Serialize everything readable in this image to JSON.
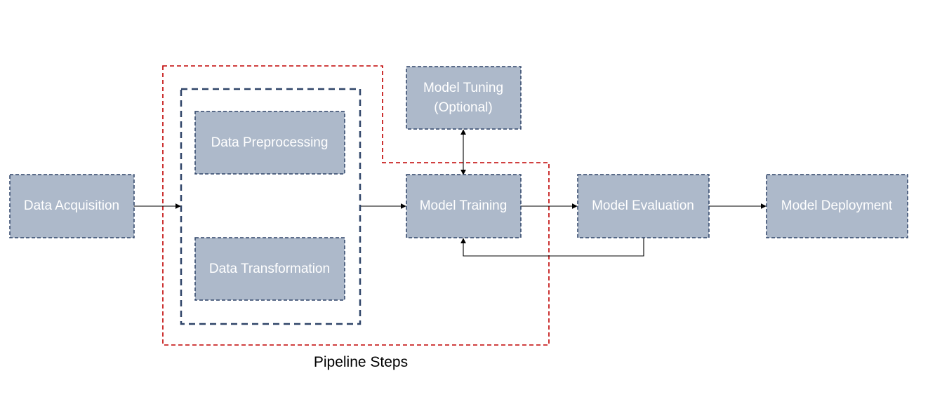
{
  "diagram": {
    "nodes": {
      "data_acquisition": "Data Acquisition",
      "data_preprocessing": "Data Preprocessing",
      "data_transformation": "Data Transformation",
      "model_tuning_line1": "Model Tuning",
      "model_tuning_line2": "(Optional)",
      "model_training": "Model Training",
      "model_evaluation": "Model Evaluation",
      "model_deployment": "Model Deployment"
    },
    "group_caption": "Pipeline Steps",
    "edges": [
      {
        "from": "Data Acquisition",
        "to": "data processing group"
      },
      {
        "from": "data processing group",
        "to": "Model Training"
      },
      {
        "from": "Model Training",
        "to": "Model Tuning (Optional)",
        "bidirectional": true
      },
      {
        "from": "Model Training",
        "to": "Model Evaluation"
      },
      {
        "from": "Model Evaluation",
        "to": "Model Training"
      },
      {
        "from": "Model Evaluation",
        "to": "Model Deployment"
      }
    ],
    "colors": {
      "node_fill": "#adb9ca",
      "node_border": "#2f4468",
      "node_text": "#ffffff",
      "pipeline_border": "#c00000",
      "arrow": "#000000"
    }
  }
}
